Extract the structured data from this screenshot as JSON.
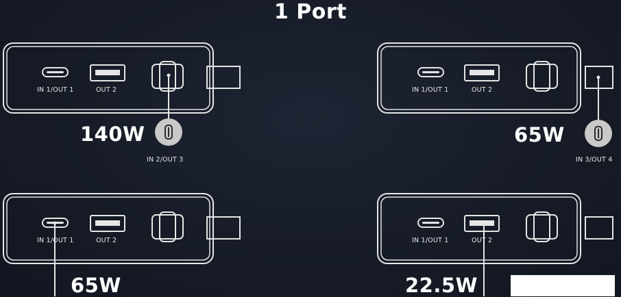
{
  "title": "1 Port",
  "configs": [
    {
      "id": "top-left",
      "port_labels": [
        "IN 1/OUT 1",
        "OUT 2"
      ],
      "active_port": "IN 2/OUT 3",
      "active_label": "IN 2/OUT 3",
      "watt": "140W"
    },
    {
      "id": "top-right",
      "port_labels": [
        "IN 1/OUT 1",
        "OUT 2"
      ],
      "active_port": "IN 3/OUT 4",
      "active_label": "IN 3/OUT 4",
      "watt": "65W"
    },
    {
      "id": "bottom-left",
      "port_labels": [
        "IN 1/OUT 1",
        "OUT 2"
      ],
      "active_port": "IN 1/OUT 1",
      "watt": "65W"
    },
    {
      "id": "bottom-right",
      "port_labels": [
        "IN 1/OUT 1",
        "OUT 2"
      ],
      "active_port": "OUT 2",
      "watt": "22.5W"
    }
  ],
  "colors": {
    "background": "#161b26",
    "outline": "#e6e6e6",
    "badge": "#c9c9c9",
    "text": "#ffffff"
  }
}
